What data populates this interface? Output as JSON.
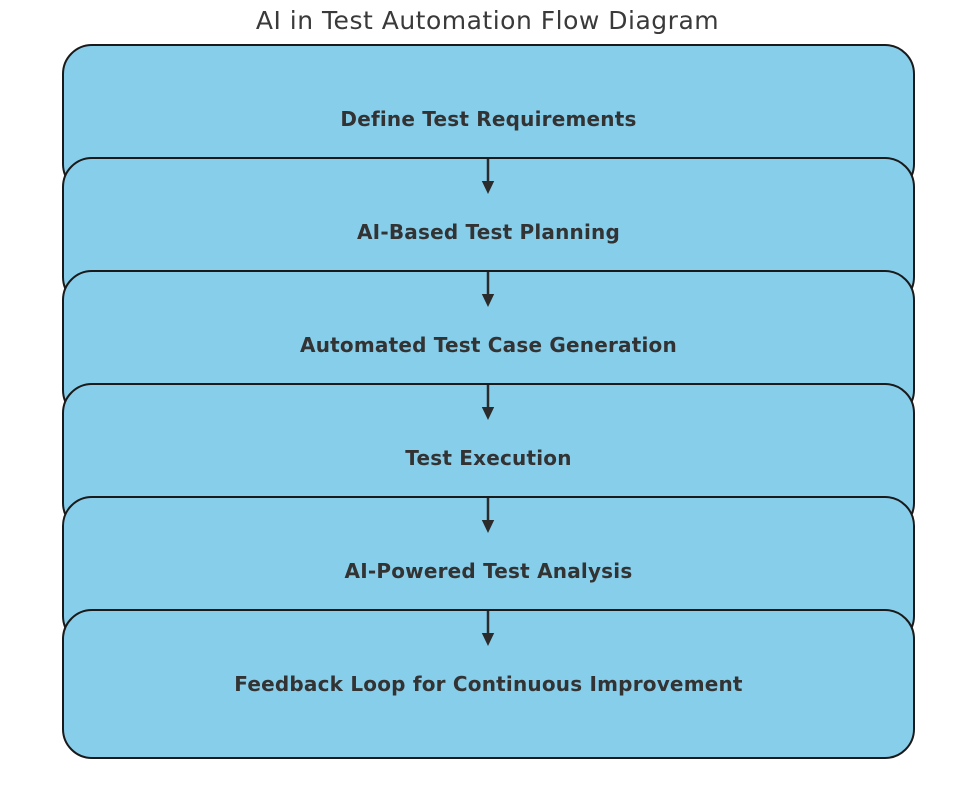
{
  "title": "AI in Test Automation Flow Diagram",
  "steps": [
    {
      "label": "Define Test Requirements"
    },
    {
      "label": "AI-Based Test Planning"
    },
    {
      "label": "Automated Test Case Generation"
    },
    {
      "label": "Test Execution"
    },
    {
      "label": "AI-Powered Test Analysis"
    },
    {
      "label": "Feedback Loop for Continuous Improvement"
    }
  ],
  "connectors": {
    "icon": "down-arrow-icon",
    "count": 5
  },
  "colors": {
    "background": "#ffffff",
    "box_fill": "#87CEEB",
    "box_border": "#1a1a1a",
    "label_text": "#333333",
    "title_text": "#3a3a3a",
    "arrow": "#2b2b2b"
  }
}
